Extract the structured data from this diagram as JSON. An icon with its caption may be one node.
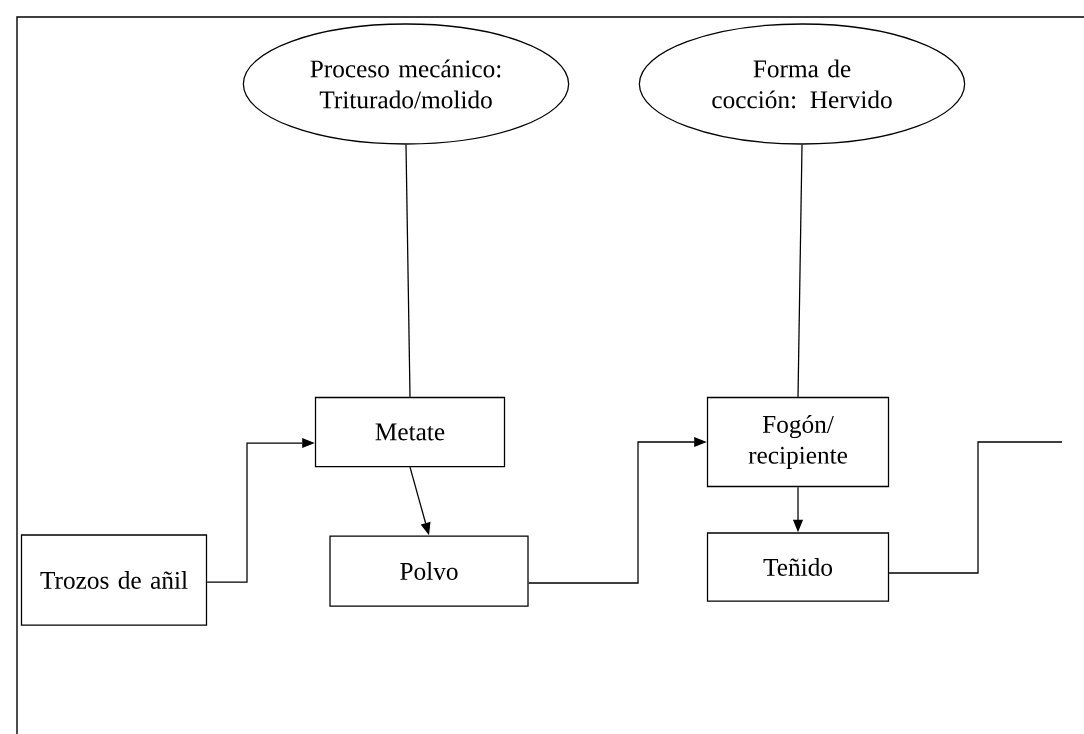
{
  "diagram": {
    "nodes": [
      {
        "text": [
          "Proceso mecánico: Triturado/molido"
        ]
      },
      {
        "text": [
          "Forma de cocción: Hervido"
        ]
      },
      {
        "text": [
          "Metate"
        ]
      },
      {
        "text": [
          "Fogón/ recipiente"
        ]
      },
      {
        "text": [
          "Trozos de añil"
        ]
      },
      {
        "text": [
          "Polvo"
        ]
      },
      {
        "text": [
          "Teñido"
        ]
      }
    ],
    "edges": [
      {
        "from": 0,
        "to": 2,
        "arrow": "none"
      },
      {
        "from": 1,
        "to": 3,
        "arrow": "none"
      },
      {
        "from": 4,
        "to": 2,
        "arrow": "to"
      },
      {
        "from": 2,
        "to": 5,
        "arrow": "to"
      },
      {
        "from": 5,
        "to": 3,
        "arrow": "to"
      },
      {
        "from": 3,
        "to": 6,
        "arrow": "to"
      },
      {
        "from": 6,
        "to": null,
        "arrow": "none"
      }
    ]
  }
}
